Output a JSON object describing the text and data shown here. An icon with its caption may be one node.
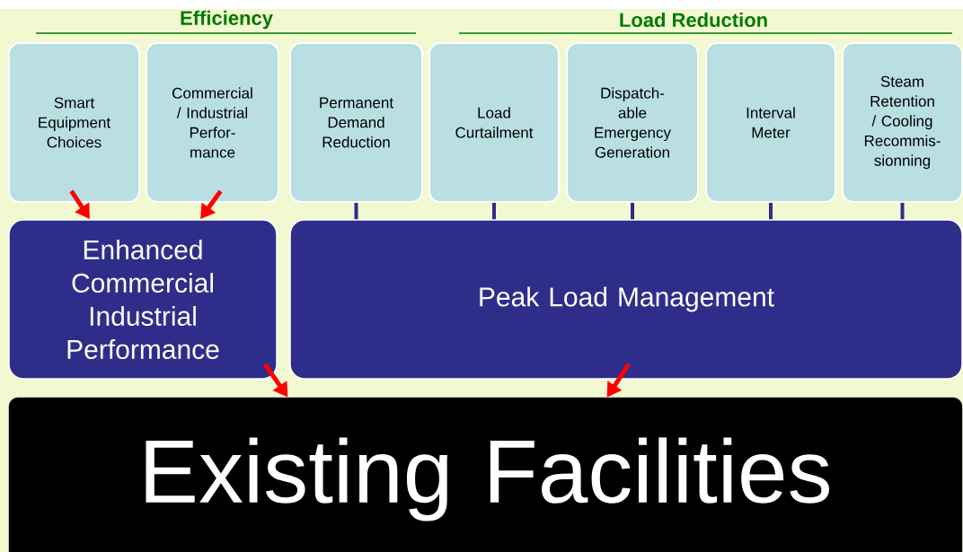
{
  "diagram": {
    "nodes": [
      {
        "text": [
          "Smart Equipment Choices"
        ]
      },
      {
        "text": [
          "Commercial / Industrial Perfor- mance"
        ]
      },
      {
        "text": [
          "Permanent Demand Reduction"
        ]
      },
      {
        "text": [
          "Load Curtailment"
        ]
      },
      {
        "text": [
          "Dispatch- able Emergency Generation"
        ]
      },
      {
        "text": [
          "Interval Meter"
        ]
      },
      {
        "text": [
          "Steam Retention / Cooling Recommis- sionning"
        ]
      },
      {
        "text": [
          "Enhanced Commercial Industrial Performance"
        ]
      },
      {
        "text": [
          "Peak Load Management"
        ]
      },
      {
        "text": [
          "Existing Facilities"
        ]
      }
    ],
    "edges": [
      {
        "from": 0,
        "to": 7,
        "arrow": "to",
        "color": "#ff0000"
      },
      {
        "from": 1,
        "to": 7,
        "arrow": "to",
        "color": "#ff0000"
      },
      {
        "from": 2,
        "to": 8,
        "arrow": "none"
      },
      {
        "from": 3,
        "to": 8,
        "arrow": "none"
      },
      {
        "from": 4,
        "to": 8,
        "arrow": "none"
      },
      {
        "from": 5,
        "to": 8,
        "arrow": "none"
      },
      {
        "from": 6,
        "to": 8,
        "arrow": "none"
      },
      {
        "from": 7,
        "to": 9,
        "arrow": "to",
        "color": "#ff0000"
      },
      {
        "from": 8,
        "to": 9,
        "arrow": "to",
        "color": "#ff0000"
      }
    ],
    "labels": [
      "Efficiency",
      "Load Reduction"
    ]
  }
}
